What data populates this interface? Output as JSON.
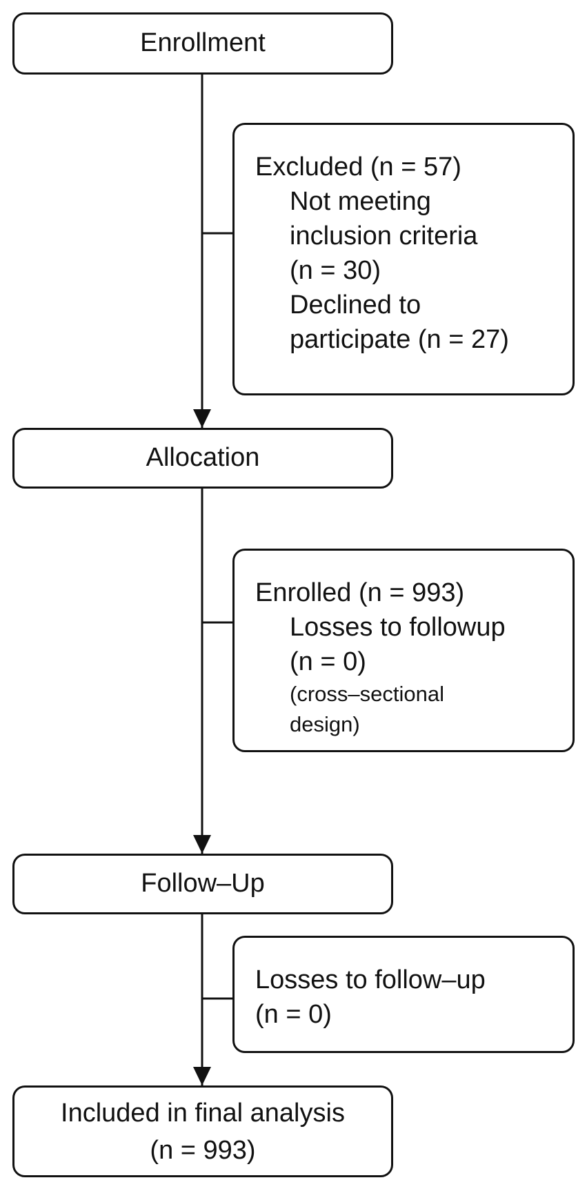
{
  "stages": {
    "enrollment": "Enrollment",
    "allocation": "Allocation",
    "followup": "Follow–Up"
  },
  "excluded": {
    "heading": "Excluded (n = 57)",
    "not_meeting_1": "Not meeting",
    "not_meeting_2": "inclusion criteria",
    "not_meeting_3": "(n = 30)",
    "declined_1": "Declined to",
    "declined_2": "participate (n = 27)"
  },
  "enrolled": {
    "heading": "Enrolled (n = 993)",
    "losses_1": "Losses to followup",
    "losses_2": "(n = 0)",
    "note_1": "(cross–sectional",
    "note_2": "design)"
  },
  "losses": {
    "line_1": "Losses to follow–up",
    "line_2": "(n = 0)"
  },
  "final": {
    "line_1": "Included in final analysis",
    "line_2": "(n = 993)"
  }
}
